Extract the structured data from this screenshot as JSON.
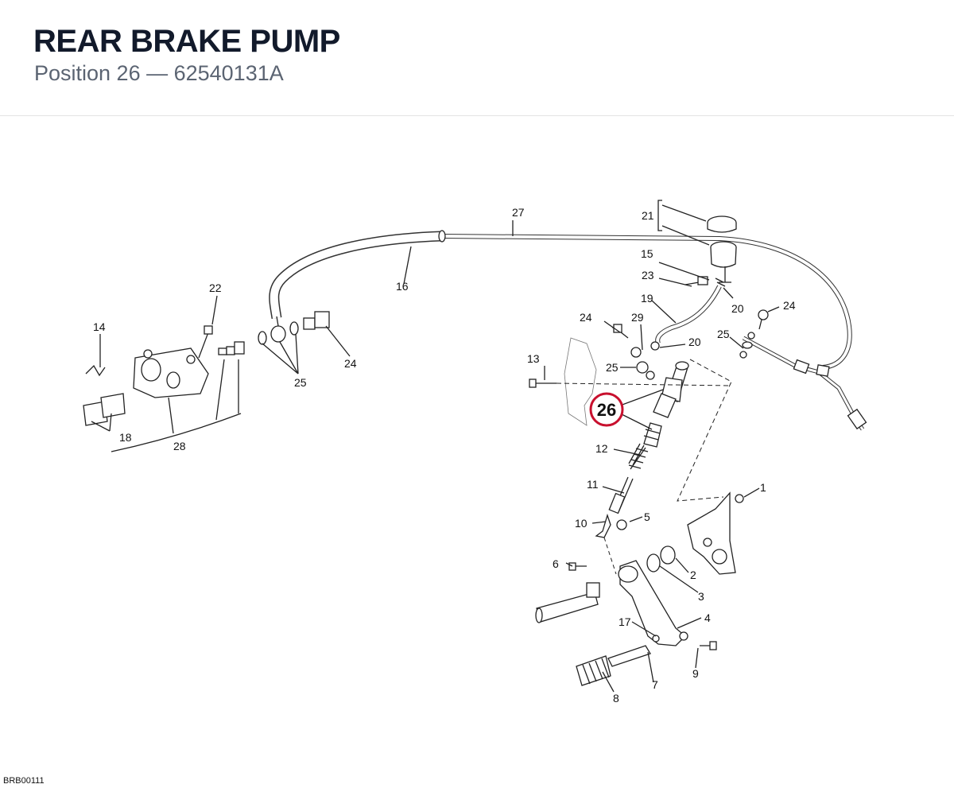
{
  "header": {
    "title": "REAR BRAKE PUMP",
    "subtitle": "Position 26 — 62540131A"
  },
  "diagram": {
    "highlight_color": "#c8102e",
    "selected_callout": "26",
    "callouts": {
      "c1": "1",
      "c2": "2",
      "c3": "3",
      "c4": "4",
      "c5": "5",
      "c6": "6",
      "c7": "7",
      "c8": "8",
      "c9": "9",
      "c10": "10",
      "c11": "11",
      "c12": "12",
      "c13": "13",
      "c14": "14",
      "c15": "15",
      "c16": "16",
      "c17": "17",
      "c18": "18",
      "c19": "19",
      "c20a": "20",
      "c20b": "20",
      "c21": "21",
      "c22": "22",
      "c23": "23",
      "c24a": "24",
      "c24b": "24",
      "c24c": "24",
      "c25a": "25",
      "c25b": "25",
      "c25c": "25",
      "c27": "27",
      "c28": "28",
      "c29": "29"
    }
  },
  "footer": {
    "code": "BRB00111"
  }
}
